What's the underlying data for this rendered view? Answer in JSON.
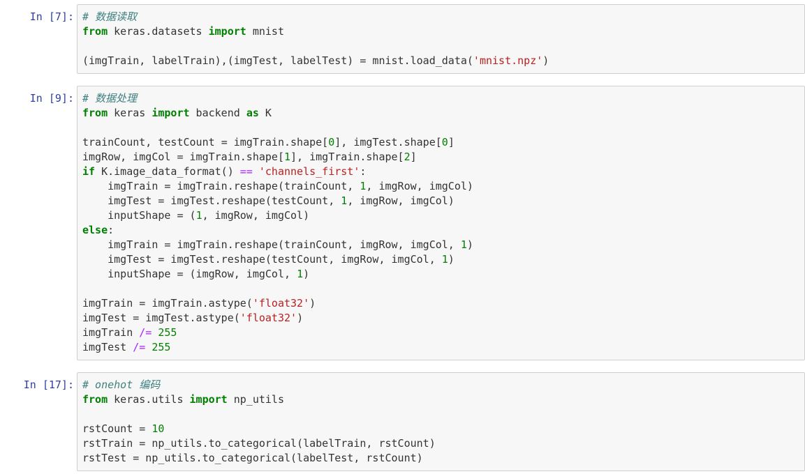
{
  "cells": [
    {
      "prompt": "In  [7]:",
      "lines": [
        [
          [
            "cm",
            "# 数据读取"
          ]
        ],
        [
          [
            "kw",
            "from"
          ],
          [
            "p",
            " keras.datasets "
          ],
          [
            "kw",
            "import"
          ],
          [
            "p",
            " mnist"
          ]
        ],
        [
          [
            "p",
            ""
          ]
        ],
        [
          [
            "p",
            "(imgTrain, labelTrain),(imgTest, labelTest) "
          ],
          [
            "p",
            "="
          ],
          [
            "p",
            " mnist.load_data("
          ],
          [
            "st",
            "'mnist.npz'"
          ],
          [
            "p",
            ")"
          ]
        ]
      ]
    },
    {
      "prompt": "In  [9]:",
      "lines": [
        [
          [
            "cm",
            "# 数据处理"
          ]
        ],
        [
          [
            "kw",
            "from"
          ],
          [
            "p",
            " keras "
          ],
          [
            "kw",
            "import"
          ],
          [
            "p",
            " backend "
          ],
          [
            "kw",
            "as"
          ],
          [
            "p",
            " K"
          ]
        ],
        [
          [
            "p",
            ""
          ]
        ],
        [
          [
            "p",
            "trainCount, testCount "
          ],
          [
            "p",
            "="
          ],
          [
            "p",
            " imgTrain.shape["
          ],
          [
            "nm",
            "0"
          ],
          [
            "p",
            "], imgTest.shape["
          ],
          [
            "nm",
            "0"
          ],
          [
            "p",
            "]"
          ]
        ],
        [
          [
            "p",
            "imgRow, imgCol "
          ],
          [
            "p",
            "="
          ],
          [
            "p",
            " imgTrain.shape["
          ],
          [
            "nm",
            "1"
          ],
          [
            "p",
            "], imgTrain.shape["
          ],
          [
            "nm",
            "2"
          ],
          [
            "p",
            "]"
          ]
        ],
        [
          [
            "kw",
            "if"
          ],
          [
            "p",
            " K.image_data_format() "
          ],
          [
            "op",
            "=="
          ],
          [
            "p",
            " "
          ],
          [
            "st",
            "'channels_first'"
          ],
          [
            "p",
            ":"
          ]
        ],
        [
          [
            "p",
            "    imgTrain "
          ],
          [
            "p",
            "="
          ],
          [
            "p",
            " imgTrain.reshape(trainCount, "
          ],
          [
            "nm",
            "1"
          ],
          [
            "p",
            ", imgRow, imgCol)"
          ]
        ],
        [
          [
            "p",
            "    imgTest "
          ],
          [
            "p",
            "="
          ],
          [
            "p",
            " imgTest.reshape(testCount, "
          ],
          [
            "nm",
            "1"
          ],
          [
            "p",
            ", imgRow, imgCol)"
          ]
        ],
        [
          [
            "p",
            "    inputShape "
          ],
          [
            "p",
            "="
          ],
          [
            "p",
            " ("
          ],
          [
            "nm",
            "1"
          ],
          [
            "p",
            ", imgRow, imgCol)"
          ]
        ],
        [
          [
            "kw",
            "else"
          ],
          [
            "p",
            ":"
          ]
        ],
        [
          [
            "p",
            "    imgTrain "
          ],
          [
            "p",
            "="
          ],
          [
            "p",
            " imgTrain.reshape(trainCount, imgRow, imgCol, "
          ],
          [
            "nm",
            "1"
          ],
          [
            "p",
            ")"
          ]
        ],
        [
          [
            "p",
            "    imgTest "
          ],
          [
            "p",
            "="
          ],
          [
            "p",
            " imgTest.reshape(testCount, imgRow, imgCol, "
          ],
          [
            "nm",
            "1"
          ],
          [
            "p",
            ")"
          ]
        ],
        [
          [
            "p",
            "    inputShape "
          ],
          [
            "p",
            "="
          ],
          [
            "p",
            " (imgRow, imgCol, "
          ],
          [
            "nm",
            "1"
          ],
          [
            "p",
            ")"
          ]
        ],
        [
          [
            "p",
            ""
          ]
        ],
        [
          [
            "p",
            "imgTrain "
          ],
          [
            "p",
            "="
          ],
          [
            "p",
            " imgTrain.astype("
          ],
          [
            "st",
            "'float32'"
          ],
          [
            "p",
            ")"
          ]
        ],
        [
          [
            "p",
            "imgTest "
          ],
          [
            "p",
            "="
          ],
          [
            "p",
            " imgTest.astype("
          ],
          [
            "st",
            "'float32'"
          ],
          [
            "p",
            ")"
          ]
        ],
        [
          [
            "p",
            "imgTrain "
          ],
          [
            "op",
            "/="
          ],
          [
            "p",
            " "
          ],
          [
            "nm",
            "255"
          ]
        ],
        [
          [
            "p",
            "imgTest "
          ],
          [
            "op",
            "/="
          ],
          [
            "p",
            " "
          ],
          [
            "nm",
            "255"
          ]
        ]
      ]
    },
    {
      "prompt": "In  [17]:",
      "lines": [
        [
          [
            "cm",
            "# onehot 编码"
          ]
        ],
        [
          [
            "kw",
            "from"
          ],
          [
            "p",
            " keras.utils "
          ],
          [
            "kw",
            "import"
          ],
          [
            "p",
            " np_utils"
          ]
        ],
        [
          [
            "p",
            ""
          ]
        ],
        [
          [
            "p",
            "rstCount "
          ],
          [
            "p",
            "="
          ],
          [
            "p",
            " "
          ],
          [
            "nm",
            "10"
          ]
        ],
        [
          [
            "p",
            "rstTrain "
          ],
          [
            "p",
            "="
          ],
          [
            "p",
            " np_utils.to_categorical(labelTrain, rstCount)"
          ]
        ],
        [
          [
            "p",
            "rstTest "
          ],
          [
            "p",
            "="
          ],
          [
            "p",
            " np_utils.to_categorical(labelTest, rstCount)"
          ]
        ]
      ]
    }
  ]
}
